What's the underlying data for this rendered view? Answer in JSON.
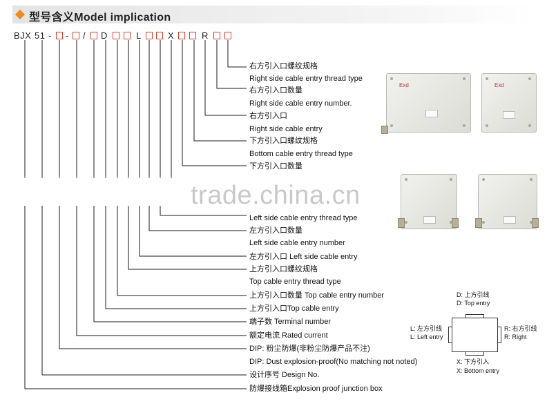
{
  "header": {
    "title": "型号含义Model implication"
  },
  "code": {
    "segments": [
      "BJX",
      "51",
      "-",
      "-",
      "/",
      "D",
      "L",
      "X",
      "R"
    ],
    "box_symbol": "□"
  },
  "labels": [
    "右方引入口螺纹规格",
    "Right side cable entry thread type",
    "右方引入口数量",
    "Right side cable entry number.",
    "右方引入口",
    "Right side cable entry",
    "下方引入口螺纹规格",
    "Bottom cable entry thread type",
    "下方引入口数量",
    "Left side cable entry thread type",
    "左方引入口数量",
    "Left side cable entry number",
    "左方引入口 Left side cable entry",
    "上方引入口螺纹规格",
    "Top cable entry thread type",
    "上方引入口数量 Top cable entry number",
    "上方引入口Top cable entry",
    "端子数 Terminal number",
    "额定电流  Rated current",
    "DIP:  粉尘防爆(非粉尘防爆产品不注)",
    "DIP: Dust explosion-proof(No matching not noted)",
    "设计序号 Design No.",
    "防爆接线箱Explosion proof junction box"
  ],
  "watermark": "trade.china.cn",
  "photos": {
    "mark": "Exd"
  },
  "entry_diagram": {
    "top": [
      "D: 上方引线",
      "D: Top  entry"
    ],
    "left": [
      "L: 左方引线",
      "L: Left entry"
    ],
    "right": [
      "R: 右方引线",
      "R: Right"
    ],
    "bottom": [
      "X: 下方引入",
      "X: Bottom entry"
    ]
  },
  "colors": {
    "accent": "#f08a1c",
    "box_outline": "#d9402a",
    "watermark": "#c9c9c9"
  }
}
